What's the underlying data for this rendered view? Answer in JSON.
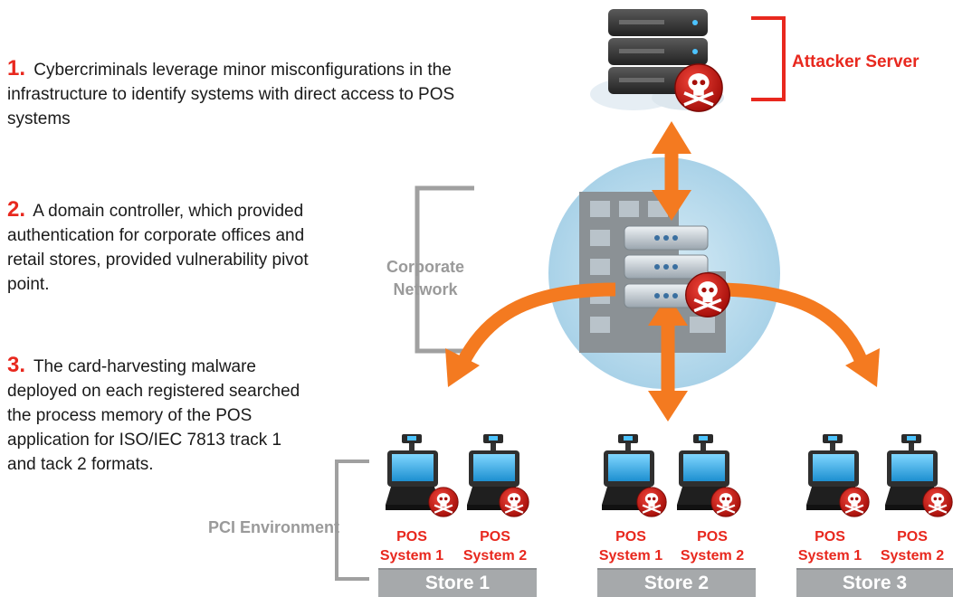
{
  "steps": [
    {
      "number": "1.",
      "text": "Cybercriminals leverage minor misconfigurations in the infrastructure to identify systems with direct access to POS systems"
    },
    {
      "number": "2.",
      "text": "A domain controller, which provided authentication for corporate offices and retail stores, provided vulnerability pivot point."
    },
    {
      "number": "3.",
      "text": "The card-harvesting malware deployed on each registered searched the process memory of the POS application for ISO/IEC 7813 track 1 and tack 2 formats."
    }
  ],
  "labels": {
    "attacker_server": "Attacker Server",
    "corporate_network": "Corporate Network",
    "pci_environment": "PCI Environment"
  },
  "stores": [
    {
      "name": "Store 1",
      "pos": [
        "POS System 1",
        "POS System 2"
      ]
    },
    {
      "name": "Store 2",
      "pos": [
        "POS System 1",
        "POS System 2"
      ]
    },
    {
      "name": "Store 3",
      "pos": [
        "POS System 1",
        "POS System 2"
      ]
    }
  ],
  "colors": {
    "accent_red": "#e8281e",
    "arrow_orange": "#f47a20",
    "bracket_gray": "#9a9a9a",
    "network_blue": "#bcdcee"
  }
}
